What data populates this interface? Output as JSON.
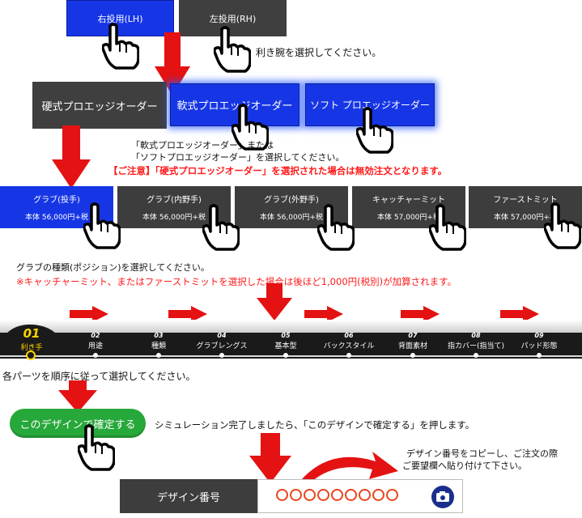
{
  "hand": {
    "choose_label": "利き腕を選択してください。",
    "buttons": [
      "右投用(LH)",
      "左投用(RH)"
    ]
  },
  "order": {
    "buttons": [
      "硬式プロエッジオーダー",
      "軟式プロエッジオーダー",
      "ソフト プロエッジオーダー"
    ],
    "note_line1": "「軟式プロエッジオーダー」または",
    "note_line2": "「ソフトプロエッジオーダー」を選択してください。",
    "warning": "【ご注意】「硬式プロエッジオーダー」を選択された場合は無効注文となります。"
  },
  "gloves": {
    "items": [
      {
        "title": "グラブ(投手)",
        "price": "本体 56,000円+税"
      },
      {
        "title": "グラブ(内野手)",
        "price": "本体 56,000円+税"
      },
      {
        "title": "グラブ(外野手)",
        "price": "本体 56,000円+税"
      },
      {
        "title": "キャッチャーミット",
        "price": "本体 57,000円+税"
      },
      {
        "title": "ファーストミット",
        "price": "本体 57,000円+税"
      }
    ],
    "instruction": "グラブの種類(ポジション)を選択してください。",
    "notice": "※キャッチャーミット、またはファーストミットを選択した場合は後ほど1,000円(税別)が加算されます。"
  },
  "steps": {
    "items": [
      {
        "num": "01",
        "label": "利き手"
      },
      {
        "num": "02",
        "label": "用途"
      },
      {
        "num": "03",
        "label": "種類"
      },
      {
        "num": "04",
        "label": "グラブレングス"
      },
      {
        "num": "05",
        "label": "基本型"
      },
      {
        "num": "06",
        "label": "バックスタイル"
      },
      {
        "num": "07",
        "label": "背面素材"
      },
      {
        "num": "08",
        "label": "指カバー(指当て)"
      },
      {
        "num": "09",
        "label": "パッド形態"
      }
    ],
    "instruction": "各パーツを順序に従って選択してください。"
  },
  "confirm": {
    "button": "このデザインで確定する",
    "instruction": "シミュレーション完了しましたら、「このデザインで確定する」を押します。"
  },
  "design": {
    "label": "デザイン番号",
    "copy_line1": "デザイン番号をコピーし、ご注文の際",
    "copy_line2": "ご要望欄へ貼り付けて下さい。"
  },
  "colors": {
    "blue": "#1636e6",
    "dark": "#3d3d3d",
    "arrow": "#e41212",
    "confirm": "#27a83a",
    "step_active": "#ffd400"
  }
}
